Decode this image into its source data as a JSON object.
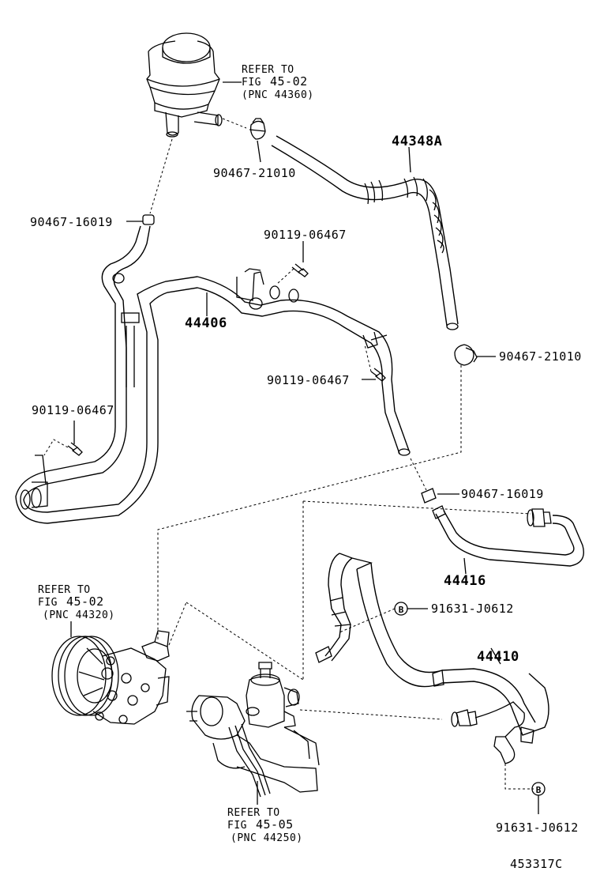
{
  "labels": {
    "reservoir_ref_line1": "REFER TO",
    "reservoir_ref_line2_prefix": "FIG",
    "reservoir_ref_line2_num": "45-02",
    "reservoir_ref_line3": "(PNC 44360)",
    "clamp_top": "90467-21010",
    "hose_44348A": "44348A",
    "clamp_left": "90467-16019",
    "bolt_top": "90119-06467",
    "pipe_44406": "44406",
    "clamp_right": "90467-21010",
    "bolt_mid": "90119-06467",
    "bolt_left": "90119-06467",
    "clamp_lower": "90467-16019",
    "pipe_44416": "44416",
    "pump_ref_line1": "REFER TO",
    "pump_ref_line2_prefix": "FIG",
    "pump_ref_line2_num": "45-02",
    "pump_ref_line3": "(PNC 44320)",
    "gasket_b_upper": "91631-J0612",
    "hose_44410": "44410",
    "gear_ref_line1": "REFER TO",
    "gear_ref_line2_prefix": "FIG",
    "gear_ref_line2_num": "45-05",
    "gear_ref_line3": "(PNC 44250)",
    "gasket_b_lower": "91631-J0612",
    "marker_b": "B",
    "illustration_id": "453317C"
  }
}
